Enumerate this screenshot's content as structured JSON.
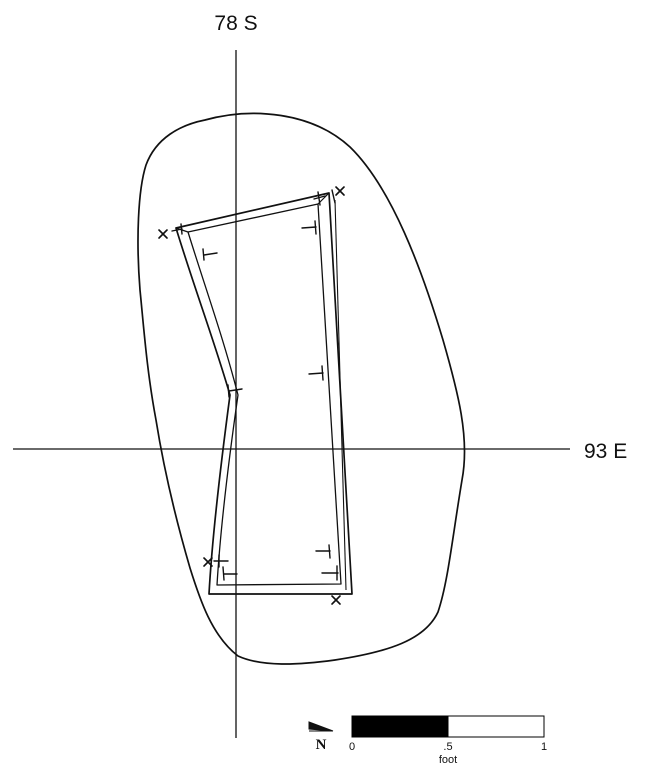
{
  "plan": {
    "axes": {
      "vertical_label": "78 S",
      "horizontal_label": "93 E"
    },
    "north_arrow": {
      "letter": "N",
      "icon": "north-arrow-icon"
    },
    "scale_bar": {
      "tick_labels": [
        "0",
        ".5",
        "1"
      ],
      "unit": "foot",
      "fill_color": "#000000"
    },
    "markers": {
      "corner_symbol": "x",
      "corner_count": 4,
      "edge_tick_count": 10
    },
    "colors": {
      "ink": "#111111",
      "background": "#ffffff"
    }
  }
}
